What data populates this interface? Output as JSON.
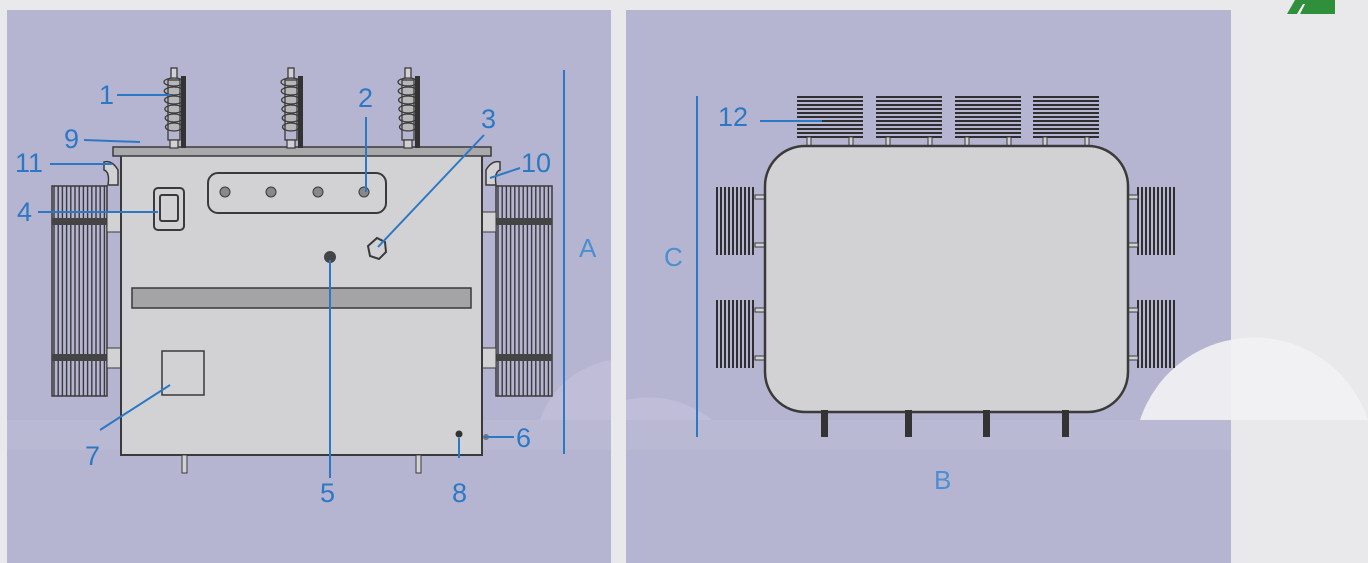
{
  "colors": {
    "panel": "#b6b5d1",
    "tank": "#d2d2d4",
    "outline": "#3a3a3a",
    "callout": "#2c78c4",
    "dimension": "#4a8fd0",
    "logo": "#2f8f3a"
  },
  "left_view": {
    "callouts": [
      "1",
      "2",
      "3",
      "4",
      "5",
      "6",
      "7",
      "8",
      "9",
      "10",
      "11"
    ],
    "dimension": "A"
  },
  "right_view": {
    "callouts": [
      "12"
    ],
    "dimensions": {
      "height": "C",
      "width": "B"
    }
  },
  "icons": {
    "logo": "green-leaf-logo-icon"
  }
}
